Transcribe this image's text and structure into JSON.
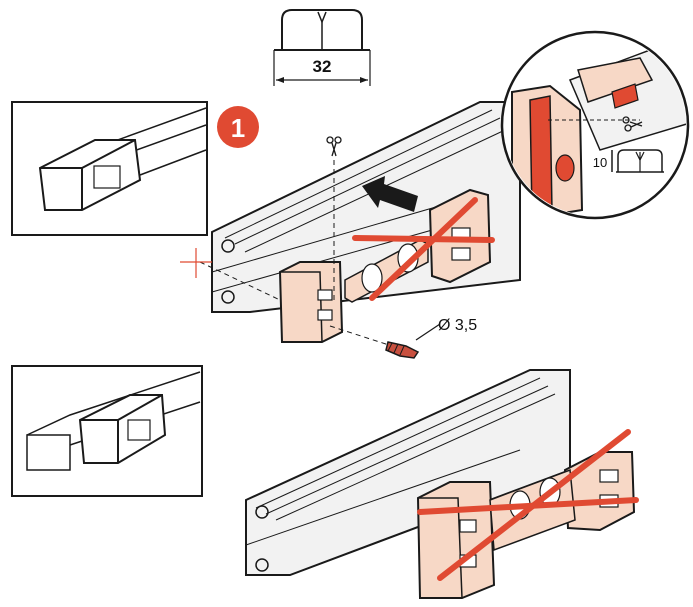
{
  "step_badge": {
    "number": "1",
    "color": "#e04a32"
  },
  "dimensions": {
    "width_label": "32",
    "cut_depth_label": "10",
    "screw_diameter_label": "Ø 3,5"
  },
  "icons": {
    "scissors": "scissors-icon",
    "cross_out": "red-cross-out",
    "arrow": "insertion-arrow"
  },
  "colors": {
    "accent_red": "#e04a32",
    "part_fill": "#f7d8c6",
    "rail_fill": "#f2f2f2",
    "line": "#1a1a1a"
  }
}
